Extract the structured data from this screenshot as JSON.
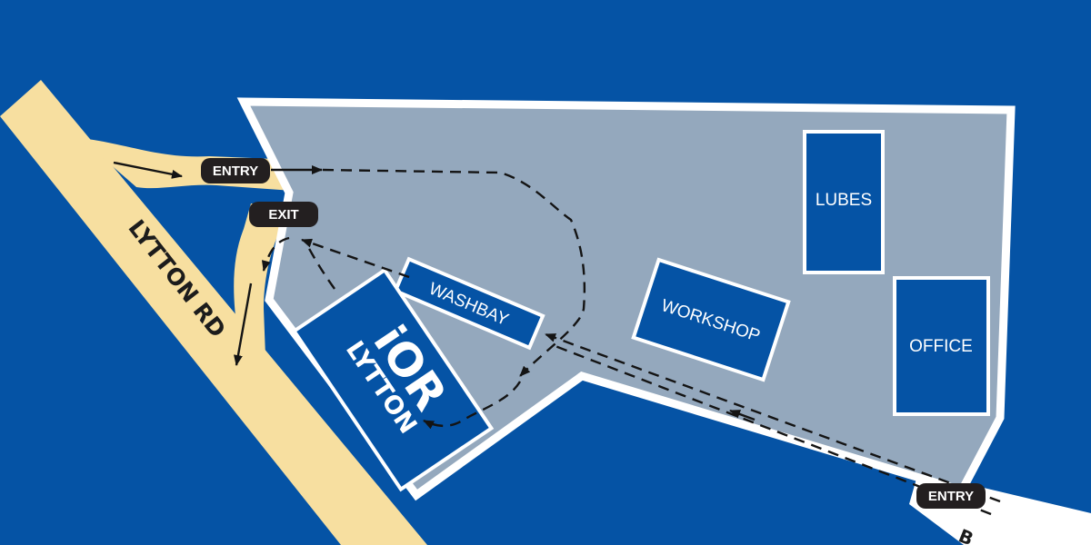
{
  "colors": {
    "water_background": "#0553a5",
    "site_fill": "#94a8bd",
    "site_border": "#ffffff",
    "road": "#f7dfa0",
    "building": "#0553a5",
    "tag_fill": "#231f20"
  },
  "roads": {
    "main_road_label": "LYTTON RD",
    "lower_road_label": "B"
  },
  "buildings": {
    "lubes": "LUBES",
    "office": "OFFICE",
    "workshop": "WORKSHOP",
    "washbay": "WASHBAY",
    "brand_logo": "iOR",
    "brand_location": "LYTTON"
  },
  "tags": {
    "entry_top": "ENTRY",
    "exit": "EXIT",
    "entry_bottom": "ENTRY"
  },
  "icons": {
    "route_arrow": "arrowhead-icon"
  }
}
